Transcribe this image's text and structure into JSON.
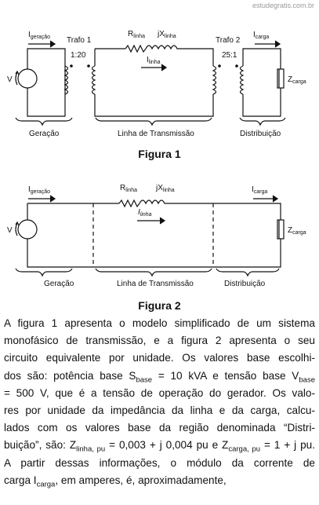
{
  "watermark": "estudegratis.com.br",
  "figure1": {
    "title": "Figura 1",
    "i_geracao": {
      "base": "I",
      "sub": "geração"
    },
    "trafo1": "Trafo 1",
    "ratio1": "1:20",
    "r_linha": {
      "base": "R",
      "sub": "linha"
    },
    "jx_linha": {
      "base": "jX",
      "sub": "linha"
    },
    "i_linha": {
      "base": "I",
      "sub": "linha"
    },
    "trafo2": "Trafo 2",
    "ratio2": "25:1",
    "i_carga": {
      "base": "I",
      "sub": "carga"
    },
    "v": "V",
    "z_carga": {
      "base": "Z",
      "sub": "carga"
    },
    "sec_geracao": "Geração",
    "sec_linha": "Linha de Transmissão",
    "sec_distribuicao": "Distribuição"
  },
  "figure2": {
    "title": "Figura 2",
    "i_geracao": {
      "base": "I",
      "sub": "geração"
    },
    "r_linha": {
      "base": "R",
      "sub": "linha"
    },
    "jx_linha": {
      "base": "jX",
      "sub": "linha"
    },
    "i_linha": {
      "base": "I",
      "sub": "linha"
    },
    "i_carga": {
      "base": "I",
      "sub": "carga"
    },
    "v": "V",
    "z_carga": {
      "base": "Z",
      "sub": "carga"
    },
    "sec_geracao": "Geração",
    "sec_linha": "Linha de Transmissão",
    "sec_distribuicao": "Distribuição"
  },
  "paragraph": {
    "l1": "A figura 1 apresenta o modelo simplificado de um sistema",
    "l2": "monofásico de transmissão, e a figura 2 apresenta o seu",
    "l3": "circuito equivalente por unidade. Os valores base escolhi-",
    "l4a": "dos são: potência base S",
    "l4b": "base",
    "l4c": " = 10 kVA e tensão base  V",
    "l4d": "base",
    "l5": "= 500 V, que é a tensão de operação do gerador. Os valo-",
    "l6": "res por unidade da impedância da linha e da carga, calcu-",
    "l7": "lados com os valores base da região denominada “Distri-",
    "l8a": "buição”, são: Z",
    "l8b": "linha, pu",
    "l8c": " = 0,003 + j 0,004 pu  e  Z",
    "l8d": "carga, pu",
    "l8e": " = 1 + j pu.",
    "l9": "A partir dessas informações, o módulo da corrente de",
    "l10a": "carga I",
    "l10b": "carga",
    "l10c": ", em amperes, é, aproximadamente,"
  }
}
